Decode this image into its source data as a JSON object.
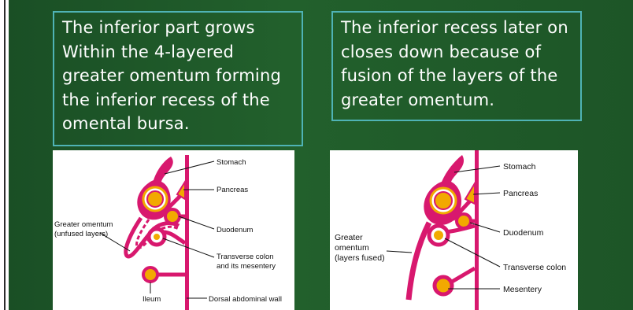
{
  "slide": {
    "box1_text": "The inferior part grows\nWithin the 4-layered\ngreater omentum forming\nthe inferior recess of the\nomental bursa.",
    "box2_text": "The inferior recess later on\ncloses down because of\nfusion of the layers of the\ngreater omentum."
  },
  "diagram_left": {
    "labels": {
      "stomach": "Stomach",
      "pancreas": "Pancreas",
      "greater_omentum_1": "Greater omentum",
      "greater_omentum_2": "(unfused layers)",
      "duodenum": "Duodenum",
      "transverse_1": "Transverse colon",
      "transverse_2": "and its mesentery",
      "ileum": "Ileum",
      "dorsal_wall": "Dorsal abdominal wall"
    }
  },
  "diagram_right": {
    "labels": {
      "stomach": "Stomach",
      "pancreas": "Pancreas",
      "greater_1": "Greater",
      "greater_2": "omentum",
      "greater_3": "(layers fused)",
      "duodenum": "Duodenum",
      "transverse": "Transverse colon",
      "mesentery": "Mesentery"
    }
  },
  "colors": {
    "background": "#1f5a2a",
    "box_border": "#4fb3b5",
    "tissue": "#d8186e",
    "organ_fill": "#f2a900"
  }
}
